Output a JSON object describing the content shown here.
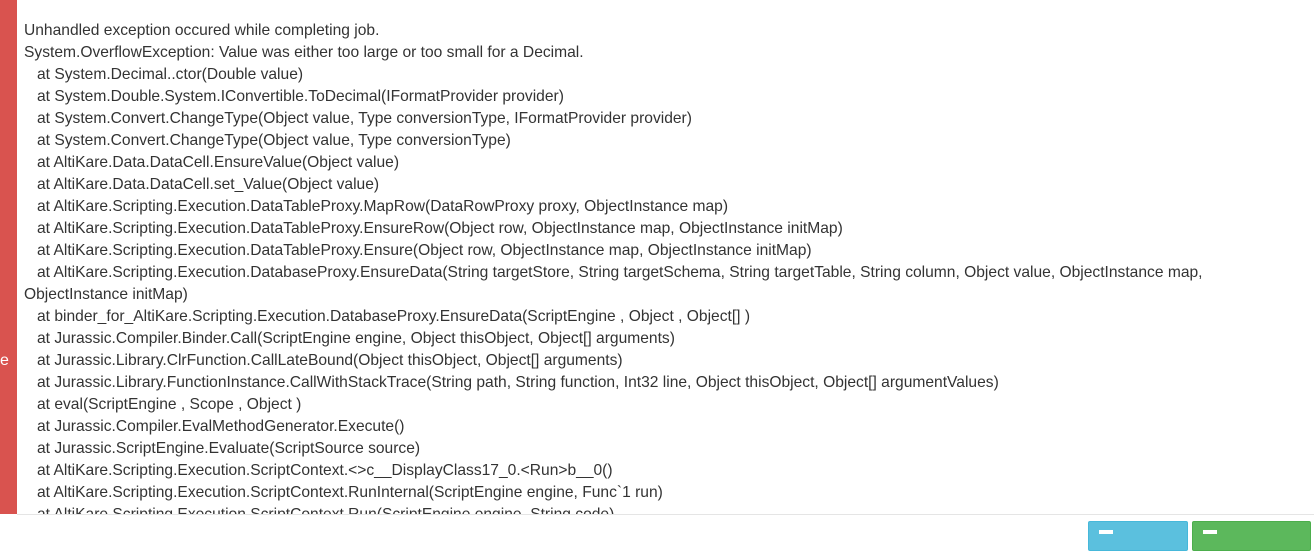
{
  "colors": {
    "accent": "#d9534f",
    "info_button": "#5bc0de",
    "success_button": "#5cb85c"
  },
  "sidebar_letter": "e",
  "message": {
    "lines": [
      "Unhandled exception occured while completing job.",
      "System.OverflowException: Value was either too large or too small for a Decimal.",
      "   at System.Decimal..ctor(Double value)",
      "   at System.Double.System.IConvertible.ToDecimal(IFormatProvider provider)",
      "   at System.Convert.ChangeType(Object value, Type conversionType, IFormatProvider provider)",
      "   at System.Convert.ChangeType(Object value, Type conversionType)",
      "   at AltiKare.Data.DataCell.EnsureValue(Object value)",
      "   at AltiKare.Data.DataCell.set_Value(Object value)",
      "   at AltiKare.Scripting.Execution.DataTableProxy.MapRow(DataRowProxy proxy, ObjectInstance map)",
      "   at AltiKare.Scripting.Execution.DataTableProxy.EnsureRow(Object row, ObjectInstance map, ObjectInstance initMap)",
      "   at AltiKare.Scripting.Execution.DataTableProxy.Ensure(Object row, ObjectInstance map, ObjectInstance initMap)",
      "   at AltiKare.Scripting.Execution.DatabaseProxy.EnsureData(String targetStore, String targetSchema, String targetTable, String column, Object value, ObjectInstance map, ObjectInstance initMap)",
      "   at binder_for_AltiKare.Scripting.Execution.DatabaseProxy.EnsureData(ScriptEngine , Object , Object[] )",
      "   at Jurassic.Compiler.Binder.Call(ScriptEngine engine, Object thisObject, Object[] arguments)",
      "   at Jurassic.Library.ClrFunction.CallLateBound(Object thisObject, Object[] arguments)",
      "   at Jurassic.Library.FunctionInstance.CallWithStackTrace(String path, String function, Int32 line, Object thisObject, Object[] argumentValues)",
      "   at eval(ScriptEngine , Scope , Object )",
      "   at Jurassic.Compiler.EvalMethodGenerator.Execute()",
      "   at Jurassic.ScriptEngine.Evaluate(ScriptSource source)",
      "   at AltiKare.Scripting.Execution.ScriptContext.<>c__DisplayClass17_0.<Run>b__0()",
      "   at AltiKare.Scripting.Execution.ScriptContext.RunInternal(ScriptEngine engine, Func`1 run)",
      "   at AltiKare.Scripting.Execution.ScriptContext.Run(ScriptEngine engine, String code)"
    ]
  }
}
